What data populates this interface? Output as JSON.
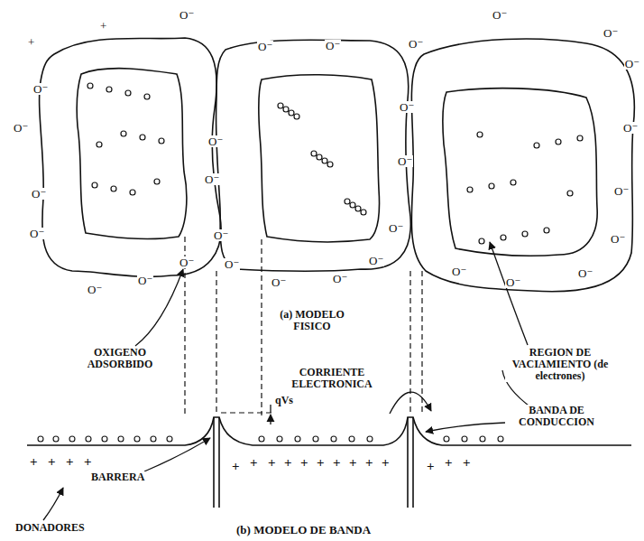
{
  "diagram": {
    "caption": "(b) MODELO DE BANDA",
    "labels": [
      "(a) MODELO FISICO",
      "OXIGENO ADSORBIDO",
      "CORRIENTE ELECTRONICA",
      "REGION DE VACIAMIENTO (de electrones)",
      "BANDA DE CONDUCCION",
      "BARRERA",
      "DONADORES",
      "qVs",
      "O⁻",
      "O⁻",
      "O⁻",
      "O⁻",
      "O⁻",
      "O⁻",
      "O⁻",
      "O⁻",
      "O⁻",
      "O⁻",
      "O⁻",
      "O⁻",
      "O⁻",
      "O⁻",
      "O⁻",
      "O⁻",
      "O⁻",
      "O⁻",
      "O⁻",
      "O⁻",
      "O⁻",
      "O⁻",
      "O⁻",
      "O⁻",
      "O⁻",
      "O⁻",
      "O⁻",
      "O⁻",
      "O⁻",
      "O⁻",
      "+",
      "+",
      "+",
      "+",
      "+",
      "+",
      "+",
      "+",
      "+",
      "+",
      "+",
      "+",
      "+",
      "+",
      "+",
      "+",
      "+",
      "+",
      "+"
    ]
  }
}
